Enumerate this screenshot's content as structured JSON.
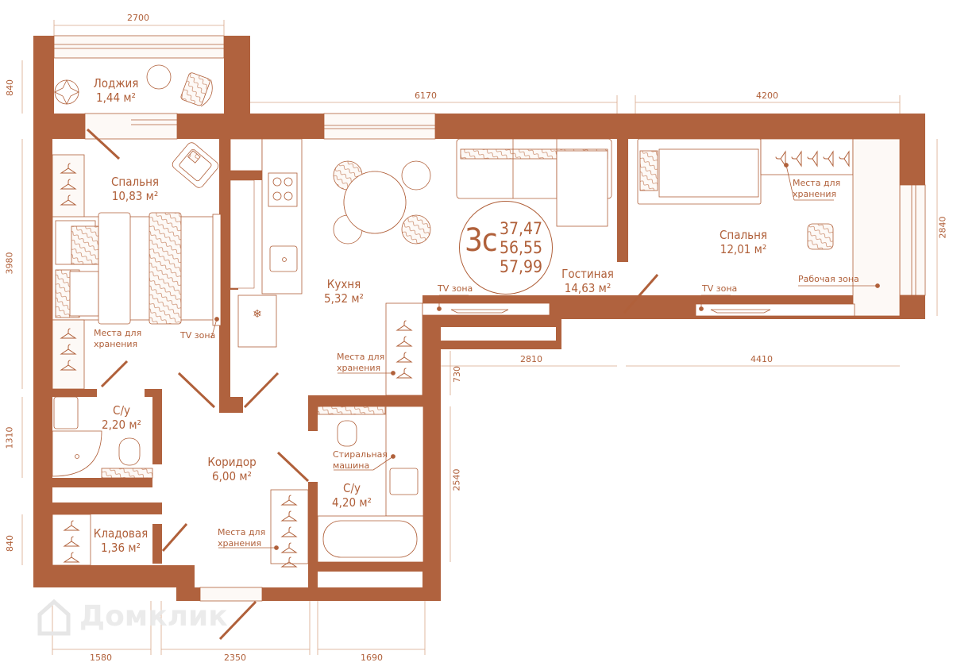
{
  "apartment": {
    "type_code": "3с",
    "living_area": "37,47",
    "total_area": "56,55",
    "total_area_with_loggia": "57,99"
  },
  "colors": {
    "wall": "#b0623e",
    "line": "#b0603a",
    "floor": "#ffffff",
    "furniture_fill": "#fdf9f6"
  },
  "rooms": [
    {
      "id": "loggia",
      "name": "Лоджия",
      "area": "1,44 м²"
    },
    {
      "id": "bedroom1",
      "name": "Спальня",
      "area": "10,83 м²"
    },
    {
      "id": "kitchen",
      "name": "Кухня",
      "area": "5,32 м²"
    },
    {
      "id": "living",
      "name": "Гостиная",
      "area": "14,63 м²"
    },
    {
      "id": "bedroom2",
      "name": "Спальня",
      "area": "12,01 м²"
    },
    {
      "id": "bath1",
      "name": "С/у",
      "area": "2,20 м²"
    },
    {
      "id": "corridor",
      "name": "Коридор",
      "area": "6,00 м²"
    },
    {
      "id": "bath2",
      "name": "С/у",
      "area": "4,20 м²"
    },
    {
      "id": "pantry",
      "name": "Кладовая",
      "area": "1,36 м²"
    }
  ],
  "notes": {
    "storage": "Места для\nхранения",
    "storage_l1": "Места для",
    "storage_l2": "хранения",
    "tv_zone": "TV зона",
    "work_zone": "Рабочая зона",
    "washer_l1": "Стиральная",
    "washer_l2": "машина"
  },
  "dimensions": {
    "top_loggia": "2700",
    "top_middle": "6170",
    "top_right": "4200",
    "left_loggia": "840",
    "left_bedroom": "3980",
    "left_bath": "1310",
    "left_pantry": "840",
    "right_bedroom": "2840",
    "mid_2810": "2810",
    "mid_4410": "4410",
    "mid_730": "730",
    "right_bath2": "2540",
    "bottom_1580": "1580",
    "bottom_2350": "2350",
    "bottom_1690": "1690"
  },
  "watermark": "Домклик"
}
